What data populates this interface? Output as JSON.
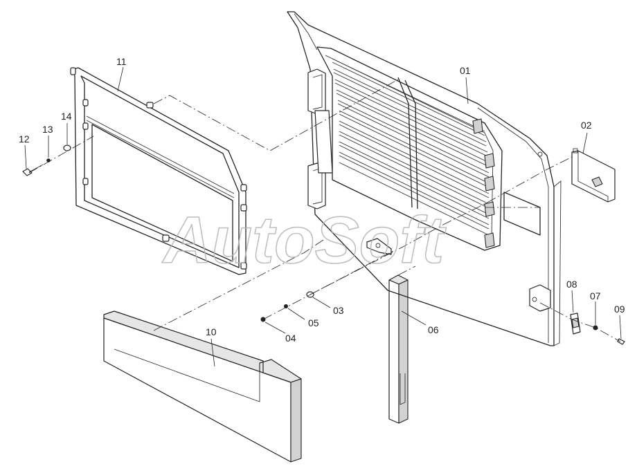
{
  "watermark": "AutoSoft",
  "callouts": {
    "p01": "01",
    "p02": "02",
    "p03": "03",
    "p04": "04",
    "p05": "05",
    "p06": "06",
    "p07": "07",
    "p08": "08",
    "p09": "09",
    "p10": "10",
    "p11": "11",
    "p12": "12",
    "p13": "13",
    "p14": "14"
  },
  "colors": {
    "line": "#222222",
    "shade": "#e6e6e6",
    "watermark": "#b5b5b5"
  }
}
